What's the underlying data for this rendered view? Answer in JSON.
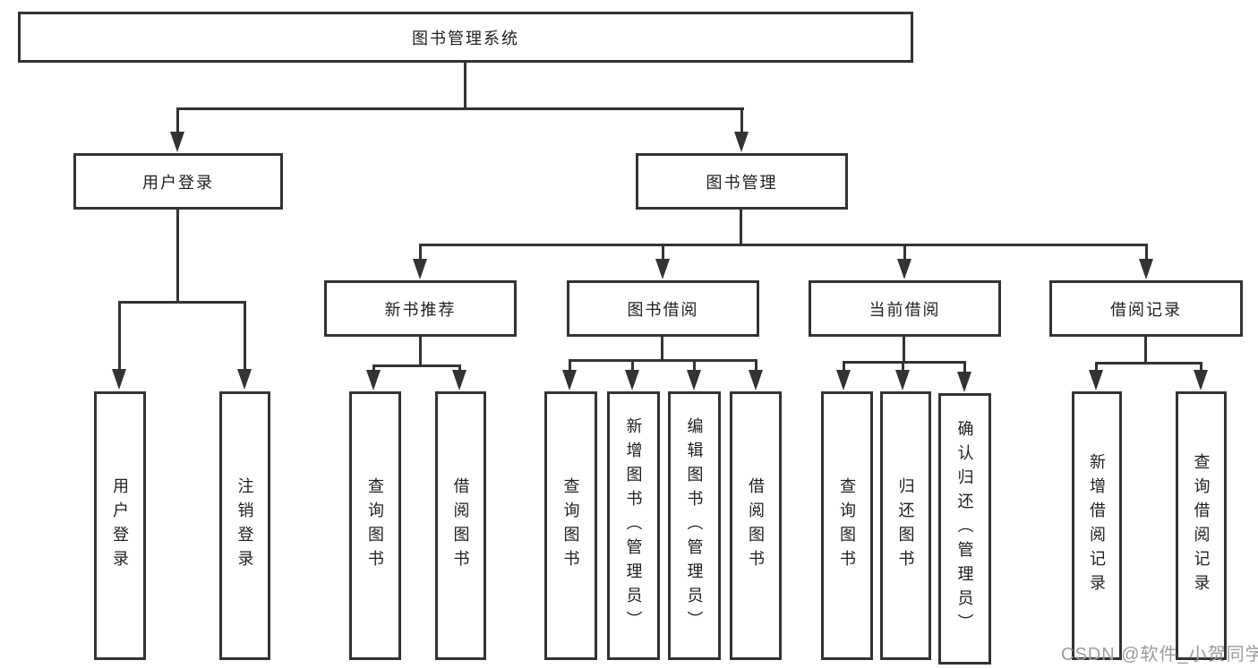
{
  "tree": {
    "root": {
      "label": "图书管理系统",
      "children": [
        {
          "label": "用户登录",
          "children": [
            {
              "label": "用户登录"
            },
            {
              "label": "注销登录"
            }
          ]
        },
        {
          "label": "图书管理",
          "children": [
            {
              "label": "新书推荐",
              "children": [
                {
                  "label": "查询图书"
                },
                {
                  "label": "借阅图书"
                }
              ]
            },
            {
              "label": "图书借阅",
              "children": [
                {
                  "label": "查询图书"
                },
                {
                  "label": "新增图书（管理员）"
                },
                {
                  "label": "编辑图书（管理员）"
                },
                {
                  "label": "借阅图书"
                }
              ]
            },
            {
              "label": "当前借阅",
              "children": [
                {
                  "label": "查询图书"
                },
                {
                  "label": "归还图书"
                },
                {
                  "label": "确认归还（管理员）"
                }
              ]
            },
            {
              "label": "借阅记录",
              "children": [
                {
                  "label": "新增借阅记录"
                },
                {
                  "label": "查询借阅记录"
                }
              ]
            }
          ]
        }
      ]
    }
  },
  "watermark": {
    "text": "CSDN @软件_小贺同学"
  },
  "colors": {
    "line": "#333333",
    "text": "#1f1f1f",
    "background": "#ffffff",
    "watermark": "#9c9c9c"
  }
}
